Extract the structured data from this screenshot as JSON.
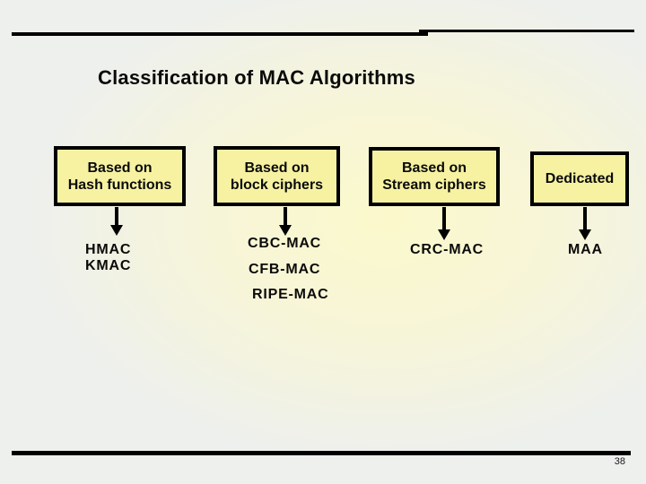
{
  "slide": {
    "title": "Classification of MAC Algorithms",
    "page_number": "38",
    "columns": [
      {
        "box": [
          "Based on",
          "Hash functions"
        ],
        "items": [
          "HMAC",
          "KMAC"
        ]
      },
      {
        "box": [
          "Based on",
          "block ciphers"
        ],
        "items": [
          "CBC-MAC",
          "CFB-MAC",
          "RIPE-MAC"
        ]
      },
      {
        "box": [
          "Based on",
          "Stream ciphers"
        ],
        "items": [
          "CRC-MAC"
        ]
      },
      {
        "box": [
          "Dedicated"
        ],
        "items": [
          "MAA"
        ]
      }
    ],
    "colors": {
      "box_fill": "#F6F2A2",
      "box_border": "#000000",
      "rule_color": "#000000",
      "bg_outer": "#EEF0ED",
      "bg_glow": "#FBF9CB",
      "text_color": "#0A0A0A"
    }
  }
}
